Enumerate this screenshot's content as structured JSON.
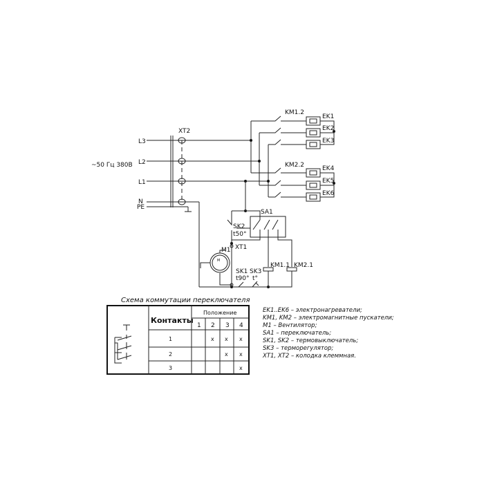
{
  "supply": {
    "label": "~50 Гц 380В",
    "phases": [
      "L3",
      "L2",
      "L1"
    ],
    "n": "N",
    "pe": "PE"
  },
  "terminals": {
    "xt2": "XT2",
    "xt1": "XT1"
  },
  "contactors": {
    "km12": "KM1.2",
    "km22": "KM2.2",
    "km11": "KM1.1",
    "km21": "KM2.1"
  },
  "heaters": [
    "EK1",
    "EK2",
    "EK3",
    "EK4",
    "EK5",
    "EK6"
  ],
  "switch": {
    "sa1": "SA1"
  },
  "thermal": {
    "sk2": "SK2",
    "sk2_t": "t50°",
    "sk1": "SK1",
    "sk1_t": "t90°",
    "sk3": "SK3",
    "sk3_t": "t°"
  },
  "motor": {
    "label": "M1",
    "symbol": "M"
  },
  "table": {
    "title": "Схема коммутации переключателя",
    "contacts_header": "Контакты",
    "position_header": "Положение",
    "positions": [
      "1",
      "2",
      "3",
      "4"
    ],
    "rows": [
      {
        "contact": "1",
        "marks": [
          "",
          "x",
          "x",
          "x"
        ]
      },
      {
        "contact": "2",
        "marks": [
          "",
          "",
          "x",
          "x"
        ]
      },
      {
        "contact": "3",
        "marks": [
          "",
          "",
          "",
          "x"
        ]
      }
    ]
  },
  "legend": [
    "EK1..EK6 – электронагреватели;",
    "KM1, KM2 – электромагнитные пускатели;",
    "M1 – Вентилятор;",
    "SA1 – переключатель;",
    "SK1, SK2 – термовыключатель;",
    "SK3 – терморегулятор;",
    "XT1, XT2 – колодка клеммная."
  ]
}
